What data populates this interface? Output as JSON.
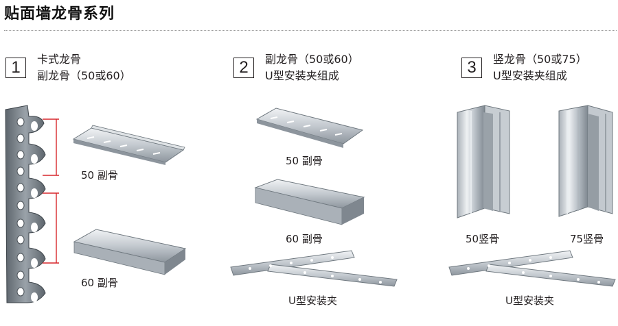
{
  "title": "贴面墙龙骨系列",
  "sections": [
    {
      "number": "1",
      "lines": [
        "卡式龙骨",
        "副龙骨（50或60）"
      ],
      "captions": [
        "50 副骨",
        "60 副骨"
      ]
    },
    {
      "number": "2",
      "lines": [
        "副龙骨（50或60）",
        "U型安装夹组成"
      ],
      "captions": [
        "50 副骨",
        "60 副骨",
        "U型安装夹"
      ]
    },
    {
      "number": "3",
      "lines": [
        "竖龙骨（50或75）",
        "U型安装夹组成"
      ],
      "captions": [
        "50竖骨",
        "75竖骨",
        "U型安装夹"
      ]
    }
  ],
  "colors": {
    "metal_light": "#e4e7ea",
    "metal_mid": "#b7bdc3",
    "metal_dark": "#7d858d",
    "marker_red": "#d7262b"
  }
}
